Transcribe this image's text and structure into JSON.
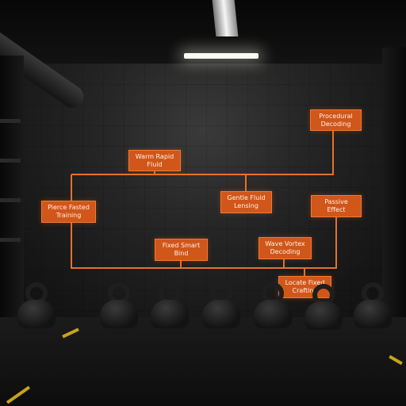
{
  "scene": "gym-wall-flowchart",
  "colors": {
    "node_fill": "#d0561a",
    "connector": "#e5722a",
    "floor_stripe": "#c9a21a"
  },
  "nodes": [
    {
      "line1": "Procedural",
      "line2": "Decoding"
    },
    {
      "line1": "Warm Rapid",
      "line2": "Fluid"
    },
    {
      "line1": "Gentle Fluid",
      "line2": "Lensing"
    },
    {
      "line1": "Pierce Fasted",
      "line2": "Training"
    },
    {
      "line1": "Passive",
      "line2": "Effect"
    },
    {
      "line1": "Fixed Smart",
      "line2": "Bind"
    },
    {
      "line1": "Wave Vortex",
      "line2": "Decoding"
    },
    {
      "line1": "Locate Fixed",
      "line2": "Crafting"
    }
  ]
}
